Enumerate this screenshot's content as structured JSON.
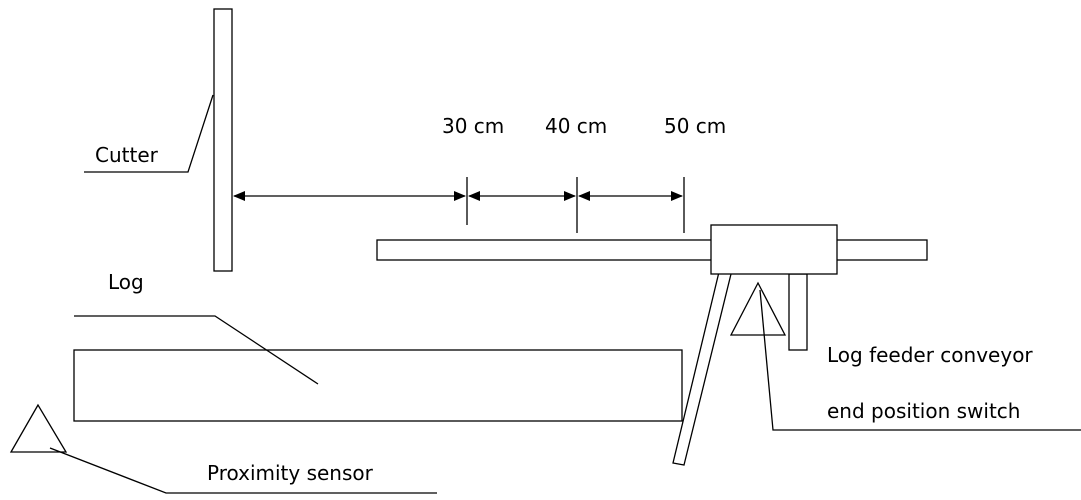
{
  "labels": {
    "cutter": "Cutter",
    "log": "Log",
    "proximity_sensor": "Proximity sensor",
    "switch_line1": "Log feeder conveyor",
    "switch_line2": "end position switch"
  },
  "dimensions": {
    "d30": "30 cm",
    "d40": "40 cm",
    "d50": "50 cm"
  }
}
